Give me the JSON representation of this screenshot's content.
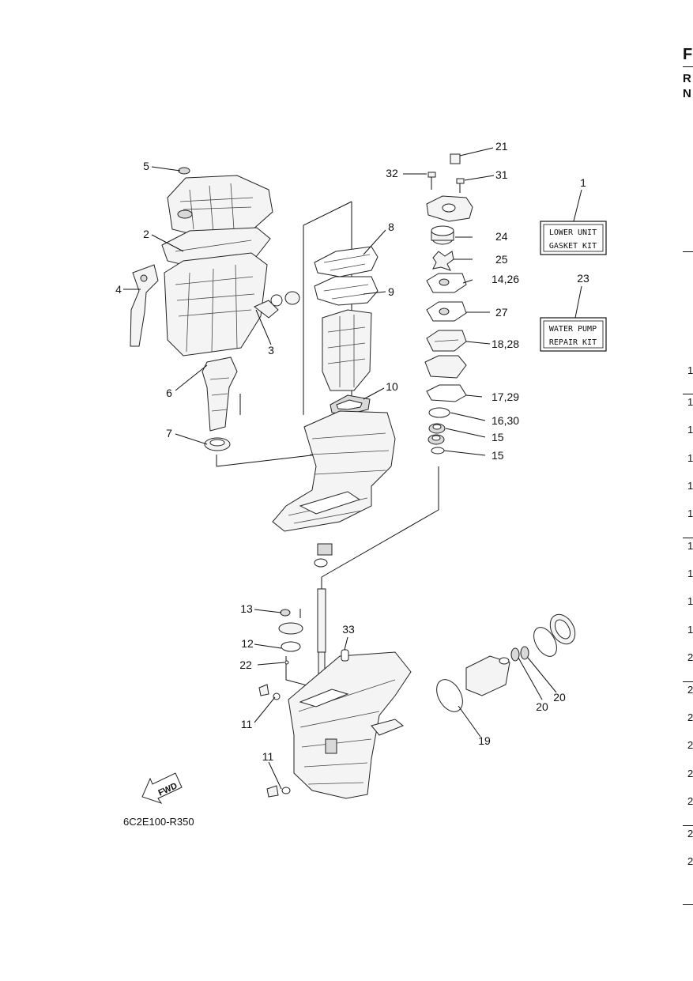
{
  "header_edge": {
    "letter_large": "F",
    "letter_r": "R",
    "letter_n": "N"
  },
  "callouts": {
    "c1": "1",
    "c2": "2",
    "c3": "3",
    "c4": "4",
    "c5": "5",
    "c6": "6",
    "c7": "7",
    "c8": "8",
    "c9": "9",
    "c10": "10",
    "c11a": "11",
    "c11b": "11",
    "c12": "12",
    "c13": "13",
    "c14_26": "14,26",
    "c15a": "15",
    "c15b": "15",
    "c16_30": "16,30",
    "c17_29": "17,29",
    "c18_28": "18,28",
    "c19": "19",
    "c20a": "20",
    "c20b": "20",
    "c21": "21",
    "c22": "22",
    "c23": "23",
    "c24": "24",
    "c25": "25",
    "c27": "27",
    "c31": "31",
    "c32": "32",
    "c33": "33"
  },
  "kits": {
    "lower_unit_line1": "LOWER UNIT",
    "lower_unit_line2": "GASKET KIT",
    "water_pump_line1": "WATER PUMP",
    "water_pump_line2": "REPAIR KIT"
  },
  "fwd_label": "FWD",
  "figure_code": "6C2E100-R350",
  "edge_numbers": [
    "1",
    "1",
    "1",
    "1",
    "1",
    "1",
    "1",
    "1",
    "1",
    "1",
    "2",
    "2",
    "2",
    "2",
    "2",
    "2",
    "2",
    "2"
  ]
}
